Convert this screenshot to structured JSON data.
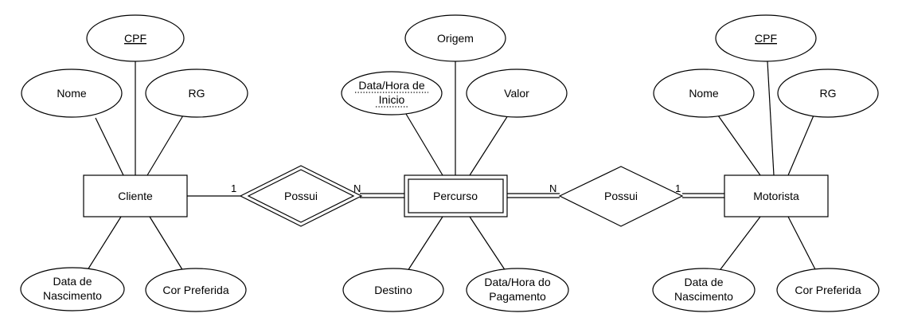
{
  "entities": {
    "cliente": "Cliente",
    "percurso": "Percurso",
    "motorista": "Motorista"
  },
  "relationships": {
    "possui_left": "Possui",
    "possui_right": "Possui"
  },
  "cardinalities": {
    "cliente_side": "1",
    "percurso_left": "N",
    "percurso_right": "N",
    "motorista_side": "1"
  },
  "attributes": {
    "cliente": {
      "cpf": "CPF",
      "nome": "Nome",
      "rg": "RG",
      "nascimento_1": "Data de",
      "nascimento_2": "Nascimento",
      "cor": "Cor Preferida"
    },
    "percurso": {
      "inicio_1": "Data/Hora de",
      "inicio_2": "Inicio",
      "origem": "Origem",
      "valor": "Valor",
      "destino": "Destino",
      "pagamento_1": "Data/Hora do",
      "pagamento_2": "Pagamento"
    },
    "motorista": {
      "cpf": "CPF",
      "nome": "Nome",
      "rg": "RG",
      "nascimento_1": "Data de",
      "nascimento_2": "Nascimento",
      "cor": "Cor Preferida"
    }
  }
}
